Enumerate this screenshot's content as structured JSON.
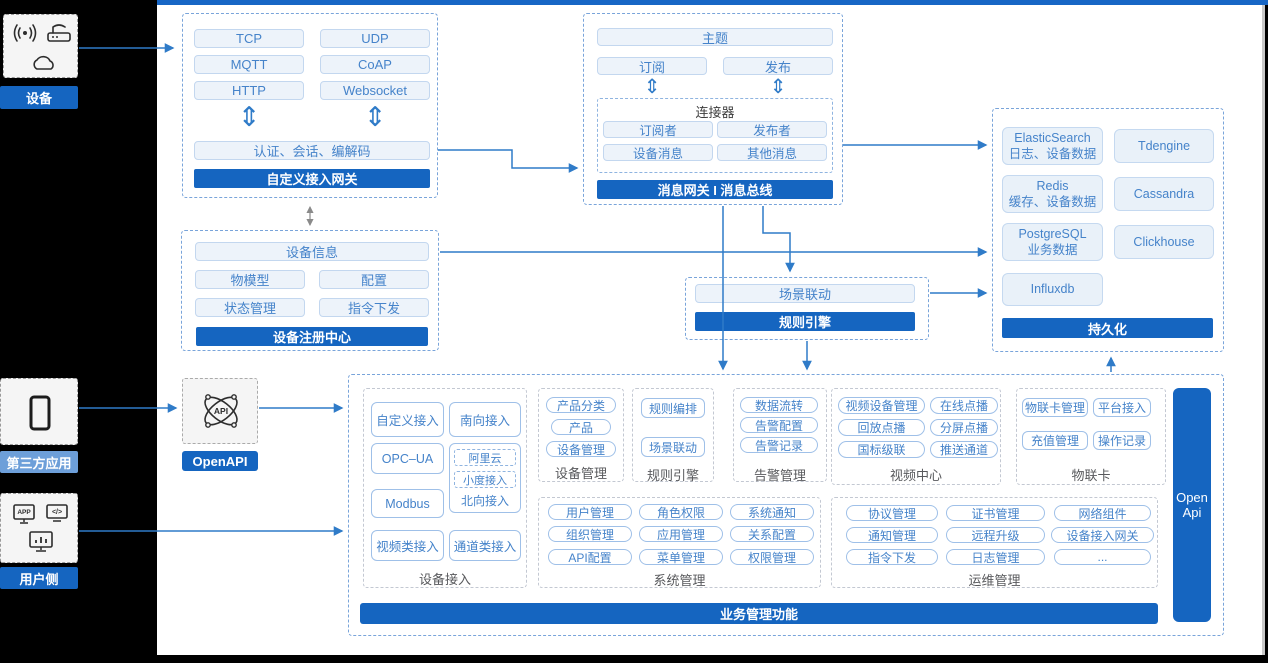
{
  "rail": {
    "device_label": "设备",
    "third_party_label": "第三方应用",
    "user_label": "用户侧"
  },
  "gateway": {
    "protocols": [
      "TCP",
      "UDP",
      "MQTT",
      "CoAP",
      "HTTP",
      "Websocket"
    ],
    "auth": "认证、会话、编解码",
    "title": "自定义接入网关"
  },
  "bus": {
    "topic": "主题",
    "subscribe": "订阅",
    "publish": "发布",
    "connector_title": "连接器",
    "connector_items": [
      "订阅者",
      "发布者",
      "设备消息",
      "其他消息"
    ],
    "title": "消息网关 I 消息总线"
  },
  "persistence": {
    "stores": [
      {
        "name": "ElasticSearch",
        "sub": "日志、设备数据"
      },
      {
        "name": "Tdengine",
        "sub": ""
      },
      {
        "name": "Redis",
        "sub": "缓存、设备数据"
      },
      {
        "name": "Cassandra",
        "sub": ""
      },
      {
        "name": "PostgreSQL",
        "sub": "业务数据"
      },
      {
        "name": "Clickhouse",
        "sub": ""
      },
      {
        "name": "Influxdb",
        "sub": ""
      }
    ],
    "title": "持久化"
  },
  "registry": {
    "info": "设备信息",
    "items": [
      "物模型",
      "配置",
      "状态管理",
      "指令下发"
    ],
    "title": "设备注册中心"
  },
  "rule": {
    "item": "场景联动",
    "title": "规则引擎"
  },
  "openapi": {
    "label": "OpenAPI"
  },
  "biz": {
    "title": "业务管理功能",
    "openapi_bar": "Open Api",
    "device_access": {
      "label": "设备接入",
      "col1": [
        "自定义接入",
        "OPC–UA",
        "Modbus",
        "视频类接入"
      ],
      "south": "南向接入",
      "north": {
        "items": [
          "阿里云",
          "小度接入"
        ],
        "label": "北向接入"
      },
      "channel": "通道类接入"
    },
    "device_mgmt": {
      "label": "设备管理",
      "items": [
        "产品分类",
        "产品",
        "设备管理"
      ]
    },
    "rule_engine": {
      "label": "规则引擎",
      "items": [
        "规则编排",
        "场景联动"
      ]
    },
    "alarm": {
      "label": "告警管理",
      "items": [
        "数据流转",
        "告警配置",
        "告警记录"
      ]
    },
    "video": {
      "label": "视频中心",
      "items": [
        "视频设备管理",
        "在线点播",
        "回放点播",
        "分屏点播",
        "国标级联",
        "推送通道"
      ]
    },
    "iot_card": {
      "label": "物联卡",
      "items": [
        "物联卡管理",
        "平台接入",
        "充值管理",
        "操作记录"
      ]
    },
    "system": {
      "label": "系统管理",
      "items": [
        "用户管理",
        "角色权限",
        "系统通知",
        "组织管理",
        "应用管理",
        "关系配置",
        "API配置",
        "菜单管理",
        "权限管理"
      ]
    },
    "ops": {
      "label": "运维管理",
      "items": [
        "协议管理",
        "证书管理",
        "网络组件",
        "通知管理",
        "远程升级",
        "设备接入网关",
        "指令下发",
        "日志管理",
        "..."
      ]
    }
  },
  "glyphs": {
    "updown": "⇕"
  }
}
